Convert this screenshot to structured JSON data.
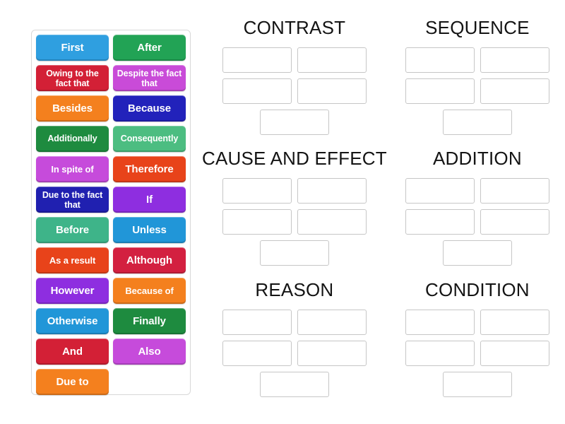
{
  "activity": {
    "type": "drag-and-drop-sorting",
    "tray_label": "linking-words-tile-tray"
  },
  "tiles": [
    {
      "label": "First",
      "color": "#2f9fe0",
      "lines": 1
    },
    {
      "label": "After",
      "color": "#22a355",
      "lines": 1
    },
    {
      "label": "Owing to the fact that",
      "color": "#d32036",
      "lines": 2
    },
    {
      "label": "Despite the fact that",
      "color": "#c94bd8",
      "lines": 2
    },
    {
      "label": "Besides",
      "color": "#f4801e",
      "lines": 1
    },
    {
      "label": "Because",
      "color": "#2222bb",
      "lines": 1
    },
    {
      "label": "Additionally",
      "color": "#1e8b3f",
      "lines": 1
    },
    {
      "label": "Consequently",
      "color": "#4cbd81",
      "lines": 1
    },
    {
      "label": "In spite of",
      "color": "#c64bdb",
      "lines": 1
    },
    {
      "label": "Therefore",
      "color": "#e8431a",
      "lines": 1
    },
    {
      "label": "Due to the fact that",
      "color": "#2020b0",
      "lines": 2
    },
    {
      "label": "If",
      "color": "#8e2ee0",
      "lines": 1
    },
    {
      "label": "Before",
      "color": "#3eb489",
      "lines": 1
    },
    {
      "label": "Unless",
      "color": "#2196d8",
      "lines": 1
    },
    {
      "label": "As a result",
      "color": "#e8431a",
      "lines": 1
    },
    {
      "label": "Although",
      "color": "#d32040",
      "lines": 1
    },
    {
      "label": "However",
      "color": "#8e2ee0",
      "lines": 1
    },
    {
      "label": "Because of",
      "color": "#f4801e",
      "lines": 1
    },
    {
      "label": "Otherwise",
      "color": "#2196d8",
      "lines": 1
    },
    {
      "label": "Finally",
      "color": "#1e8b3f",
      "lines": 1
    },
    {
      "label": "And",
      "color": "#d32036",
      "lines": 1
    },
    {
      "label": "Also",
      "color": "#c64bdb",
      "lines": 1
    },
    {
      "label": "Due to",
      "color": "#f4801e",
      "lines": 1
    }
  ],
  "categories": [
    {
      "title": "CONTRAST",
      "slots": 5,
      "filled": []
    },
    {
      "title": "SEQUENCE",
      "slots": 5,
      "filled": []
    },
    {
      "title": "CAUSE AND EFFECT",
      "slots": 5,
      "filled": []
    },
    {
      "title": "ADDITION",
      "slots": 5,
      "filled": []
    },
    {
      "title": "REASON",
      "slots": 5,
      "filled": []
    },
    {
      "title": "CONDITION",
      "slots": 5,
      "filled": []
    }
  ],
  "colors": {
    "page_background": "#ffffff",
    "tray_border": "#d8d8d8",
    "slot_border": "#c6c6c6",
    "title_text": "#141414",
    "tile_text": "#ffffff"
  }
}
